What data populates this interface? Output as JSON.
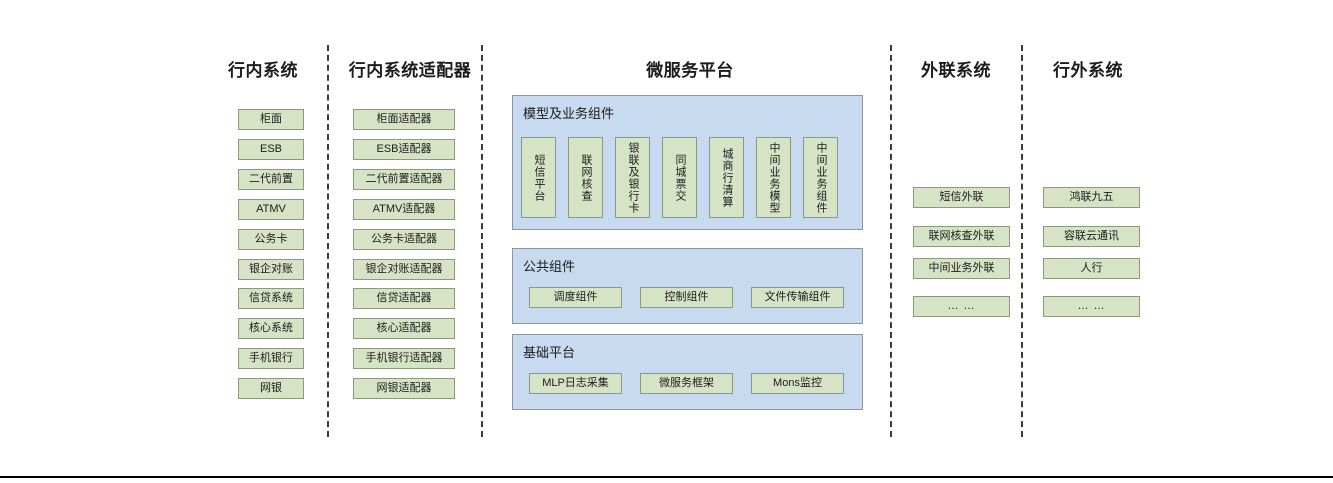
{
  "columns": [
    {
      "id": "inhouse",
      "title": "行内系统",
      "items": [
        "柜面",
        "ESB",
        "二代前置",
        "ATMV",
        "公务卡",
        "银企对账",
        "信贷系统",
        "核心系统",
        "手机银行",
        "网银"
      ]
    },
    {
      "id": "inhouse-adapter",
      "title": "行内系统适配器",
      "items": [
        "柜面适配器",
        "ESB适配器",
        "二代前置适配器",
        "ATMV适配器",
        "公务卡适配器",
        "银企对账适配器",
        "信贷适配器",
        "核心适配器",
        "手机银行适配器",
        "网银适配器"
      ]
    },
    {
      "id": "microservice",
      "title": "微服务平台",
      "groups": [
        {
          "id": "model-business",
          "label": "模型及业务组件",
          "items": [
            "短信平台",
            "联网核查",
            "银联及银行卡",
            "同城票交",
            "城商行清算",
            "中间业务模型",
            "中间业务组件"
          ]
        },
        {
          "id": "public-components",
          "label": "公共组件",
          "items": [
            "调度组件",
            "控制组件",
            "文件传输组件"
          ]
        },
        {
          "id": "base-platform",
          "label": "基础平台",
          "items": [
            "MLP日志采集",
            "微服务框架",
            "Mons监控"
          ]
        }
      ]
    },
    {
      "id": "external-link",
      "title": "外联系统",
      "items": [
        "短信外联",
        "联网核查外联",
        "中间业务外联",
        "… …"
      ]
    },
    {
      "id": "outside-bank",
      "title": "行外系统",
      "items": [
        "鸿联九五",
        "容联云通讯",
        "人行",
        "… …"
      ]
    }
  ],
  "colors": {
    "leaf_fill": "#d6e3c5",
    "leaf_border": "#8a9a7b",
    "panel_fill": "#c7daef",
    "panel_border": "#8c96a0",
    "separator": "#3b3b3b",
    "text": "#1c1c1c"
  }
}
